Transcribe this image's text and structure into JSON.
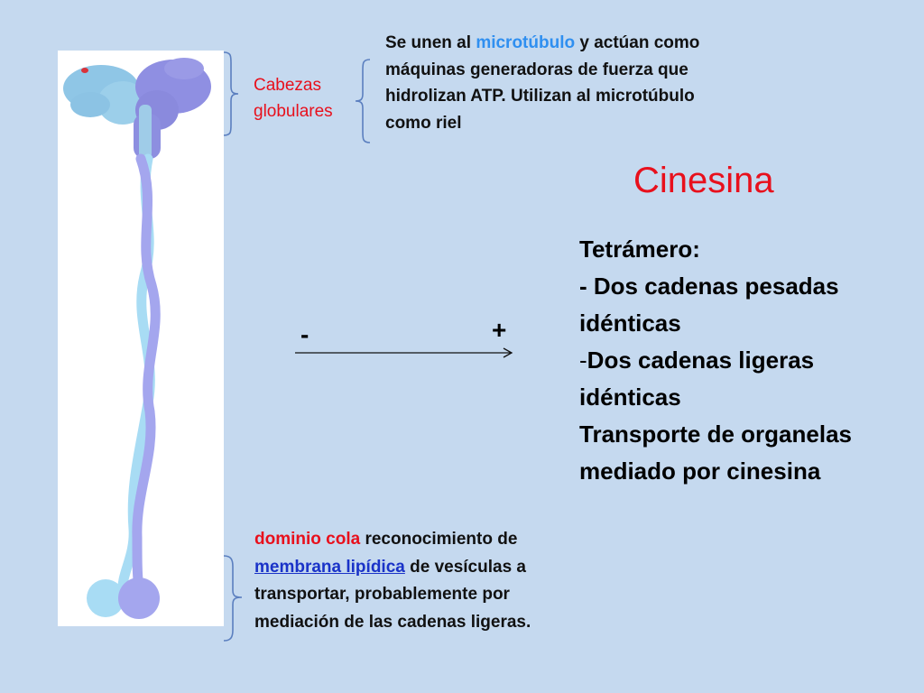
{
  "heads_label": {
    "line1": "Cabezas",
    "line2": "globulares"
  },
  "heads_desc": {
    "part1": "Se unen al ",
    "microtubule": "microtúbulo",
    "part2": " y actúan como máquinas generadoras de fuerza que hidrolizan ATP. Utilizan al microtúbulo como riel"
  },
  "title": "Cinesina",
  "composition": {
    "line1": "Tetrámero:",
    "line2": "- Dos cadenas pesadas idénticas",
    "line3_prefix": "-",
    "line3": "Dos cadenas ligeras idénticas",
    "line4": "Transporte de organelas mediado por cinesina"
  },
  "polarity": {
    "minus": "-",
    "plus": "+"
  },
  "tail_desc": {
    "highlight": "dominio cola",
    "part1": " reconocimiento de ",
    "link": "membrana lipídica",
    "part2": " de vesículas a transportar, probablemente por mediación de las cadenas ligeras."
  },
  "colors": {
    "background": "#c5d9ef",
    "accent_red": "#e8101c",
    "accent_blue": "#2f8ff0",
    "chain_light": "#a8dcf4",
    "chain_purple": "#a4a6ee",
    "bracket": "#5b7fbf"
  }
}
